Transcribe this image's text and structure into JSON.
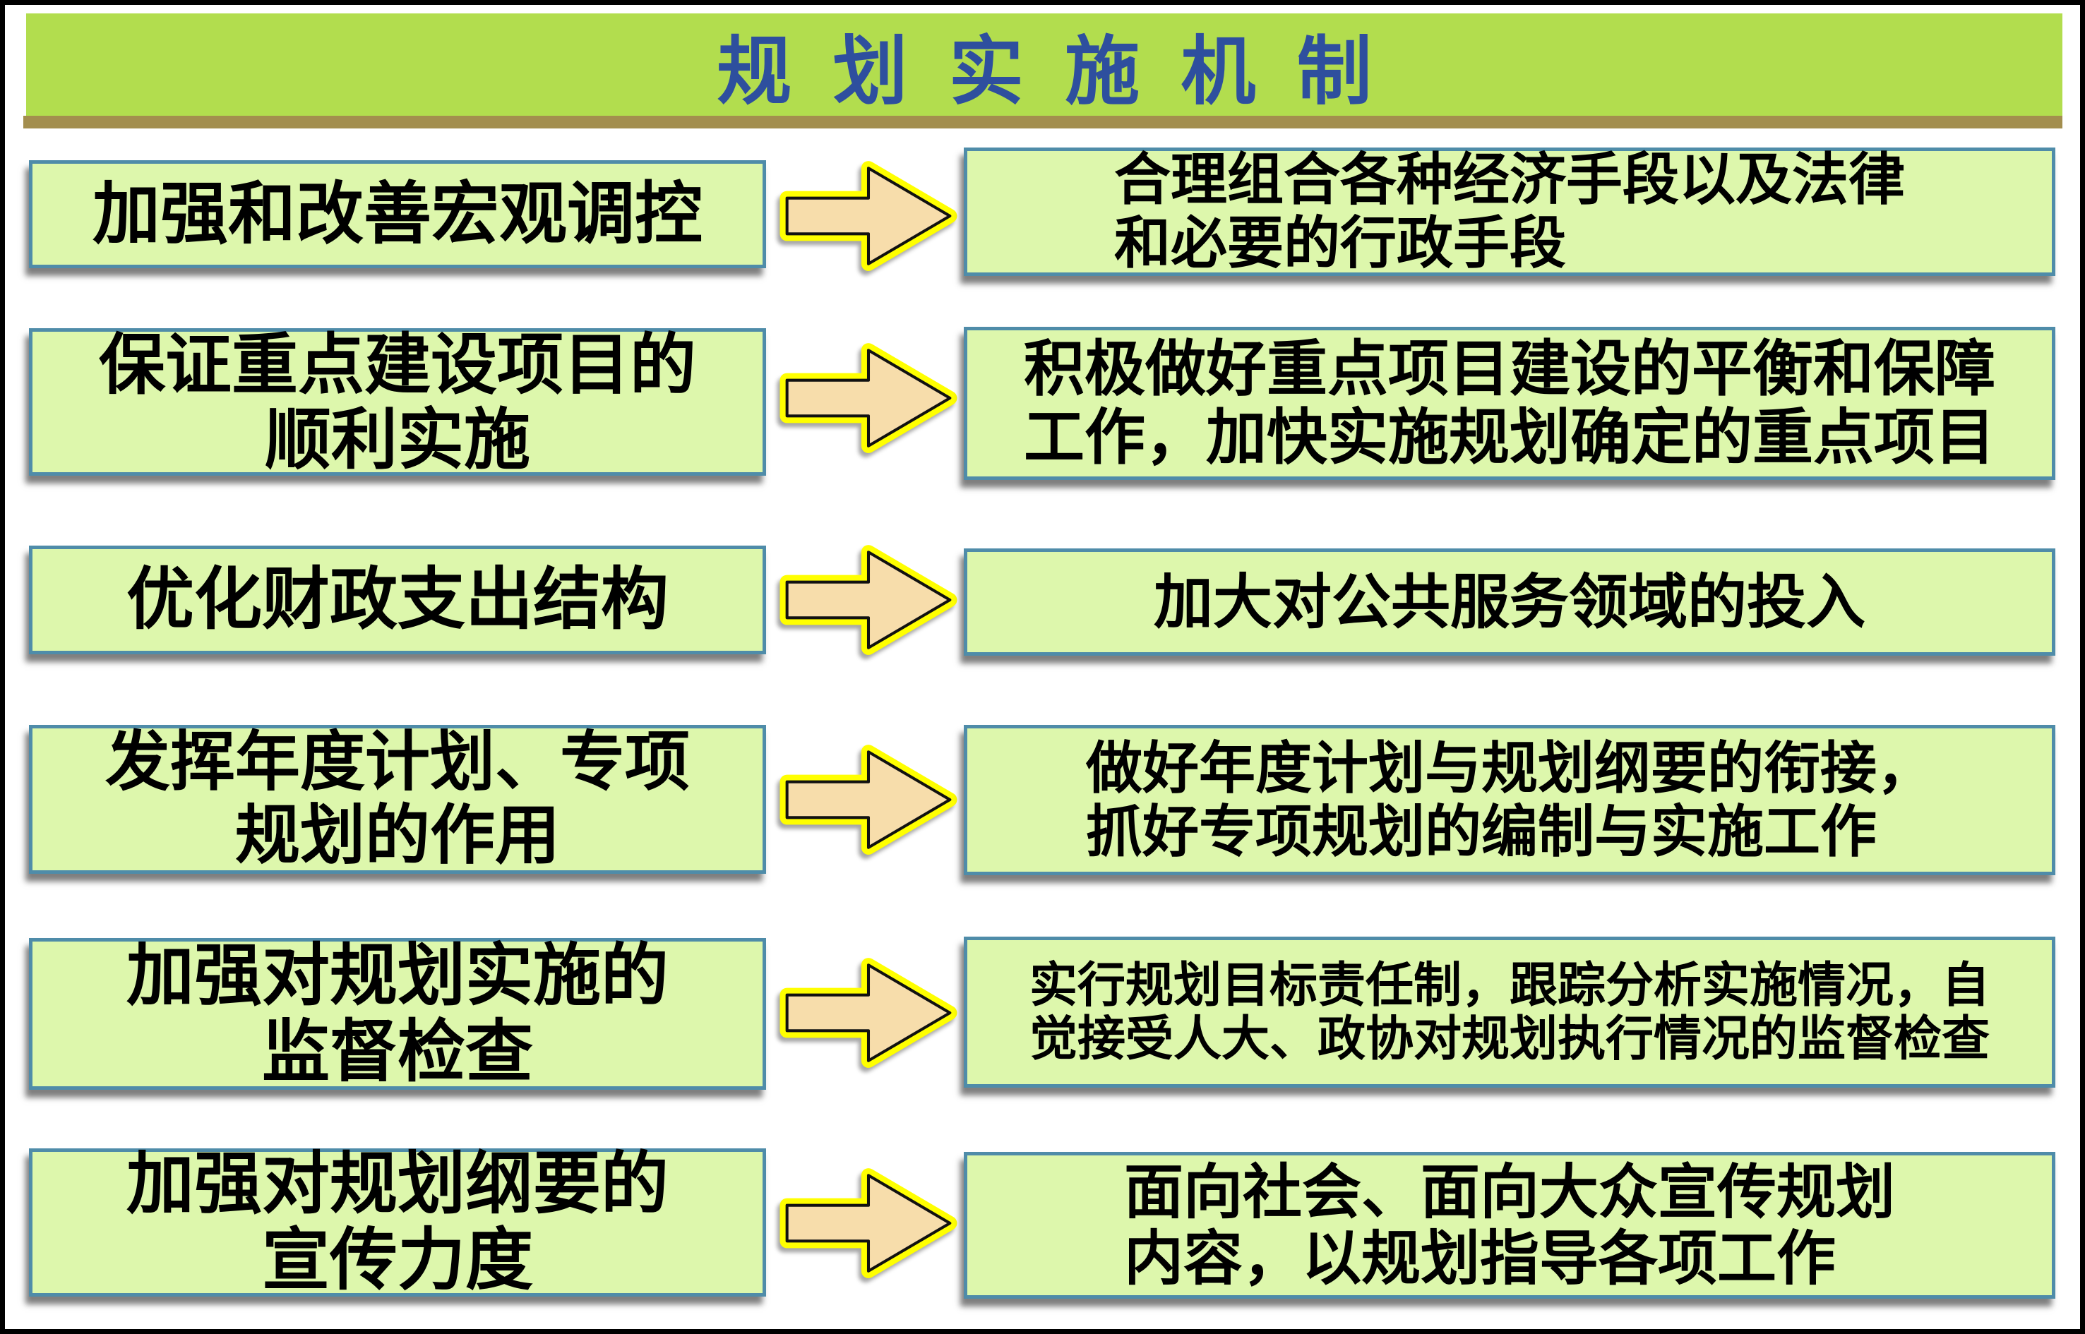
{
  "title": "规划实施机制",
  "colors": {
    "banner_fill": "#b2dd4e",
    "banner_shadow": "#a38e4e",
    "title_text": "#2e4f9e",
    "box_fill": "#ddf7ac",
    "box_border": "#4f8ca9",
    "arrow_fill": "#f7ddab",
    "arrow_halo": "#ffff00",
    "arrow_outline": "#111111",
    "body_text": "#000000",
    "frame_border": "#000000"
  },
  "rows": [
    {
      "left": {
        "lines": [
          "加强和改善宏观调控"
        ]
      },
      "right": {
        "lines": [
          "合理组合各种经济手段以及法律",
          "和必要的行政手段"
        ]
      }
    },
    {
      "left": {
        "lines": [
          "保证重点建设项目的",
          "顺利实施"
        ]
      },
      "right": {
        "lines": [
          "积极做好重点项目建设的平衡和保障",
          "工作，加快实施规划确定的重点项目"
        ]
      }
    },
    {
      "left": {
        "lines": [
          "优化财政支出结构"
        ]
      },
      "right": {
        "lines": [
          "加大对公共服务领域的投入"
        ]
      }
    },
    {
      "left": {
        "lines": [
          "发挥年度计划、专项",
          "规划的作用"
        ]
      },
      "right": {
        "lines": [
          "做好年度计划与规划纲要的衔接，",
          "抓好专项规划的编制与实施工作"
        ]
      }
    },
    {
      "left": {
        "lines": [
          "加强对规划实施的",
          "监督检查"
        ]
      },
      "right": {
        "lines": [
          "实行规划目标责任制，跟踪分析实施情况，自",
          "觉接受人大、政协对规划执行情况的监督检查"
        ]
      }
    },
    {
      "left": {
        "lines": [
          "加强对规划纲要的",
          "宣传力度"
        ]
      },
      "right": {
        "lines": [
          "面向社会、面向大众宣传规划",
          "内容，以规划指导各项工作"
        ]
      }
    }
  ]
}
